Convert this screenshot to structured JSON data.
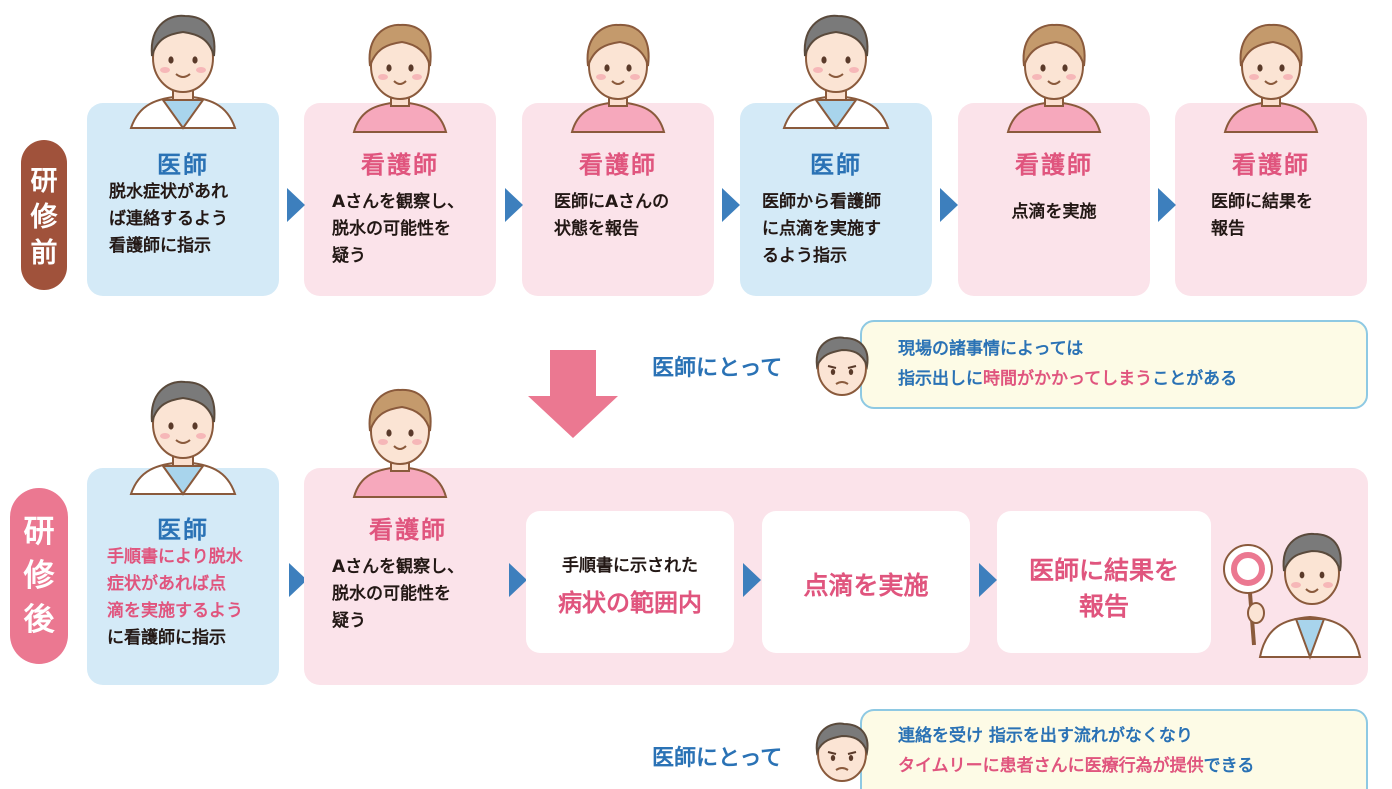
{
  "before": {
    "label": [
      "研",
      "修",
      "前"
    ],
    "steps": [
      {
        "role": "医師",
        "type": "doctor",
        "lines": [
          "脱水症状があれ",
          "ば連絡するよう",
          "看護師に指示"
        ]
      },
      {
        "role": "看護師",
        "type": "nurse",
        "lines": [
          "Aさんを観察し、",
          "脱水の可能性を",
          "疑う"
        ]
      },
      {
        "role": "看護師",
        "type": "nurse",
        "lines": [
          "医師にAさんの",
          "状態を報告"
        ]
      },
      {
        "role": "医師",
        "type": "doctor",
        "lines": [
          "医師から看護師",
          "に点滴を実施す",
          "るよう指示"
        ]
      },
      {
        "role": "看護師",
        "type": "nurse",
        "lines": [
          "点滴を実施"
        ]
      },
      {
        "role": "看護師",
        "type": "nurse",
        "lines": [
          "医師に結果を",
          "報告"
        ]
      }
    ]
  },
  "comment1": {
    "prefix": "医師にとって",
    "line1": "現場の諸事情によっては",
    "line2_a": "指示出しに",
    "line2_b": "時間がかかってしまう",
    "line2_c": "ことがある"
  },
  "after": {
    "label": [
      "研",
      "修",
      "後"
    ],
    "doctor": {
      "role": "医師",
      "lines_pink": [
        "手順書により脱水",
        "症状があれば点",
        "滴を実施するよう"
      ],
      "line_last": "に看護師に指示"
    },
    "nurse": {
      "role": "看護師",
      "lines": [
        "Aさんを観察し、",
        "脱水の可能性を",
        "疑う"
      ]
    },
    "box1": {
      "small": "手順書に示された",
      "big": "病状の範囲内"
    },
    "box2": {
      "big": "点滴を実施"
    },
    "box3": {
      "line1": "医師に結果を",
      "line2": "報告"
    }
  },
  "comment2": {
    "prefix": "医師にとって",
    "line1": "連絡を受け 指示を出す流れがなくなり",
    "line2_a": "タイムリーに患者さんに医療行為が提供",
    "line2_b": "できる"
  },
  "colors": {
    "doctor_card": "#d4eaf7",
    "nurse_card": "#fbe3ea",
    "before_label": "#a0523b",
    "after_label": "#eb7891",
    "down_arrow": "#eb7891",
    "step_arrow": "#3d7fbd",
    "doctor_text": "#2a72b5",
    "nurse_text": "#e0557e"
  }
}
